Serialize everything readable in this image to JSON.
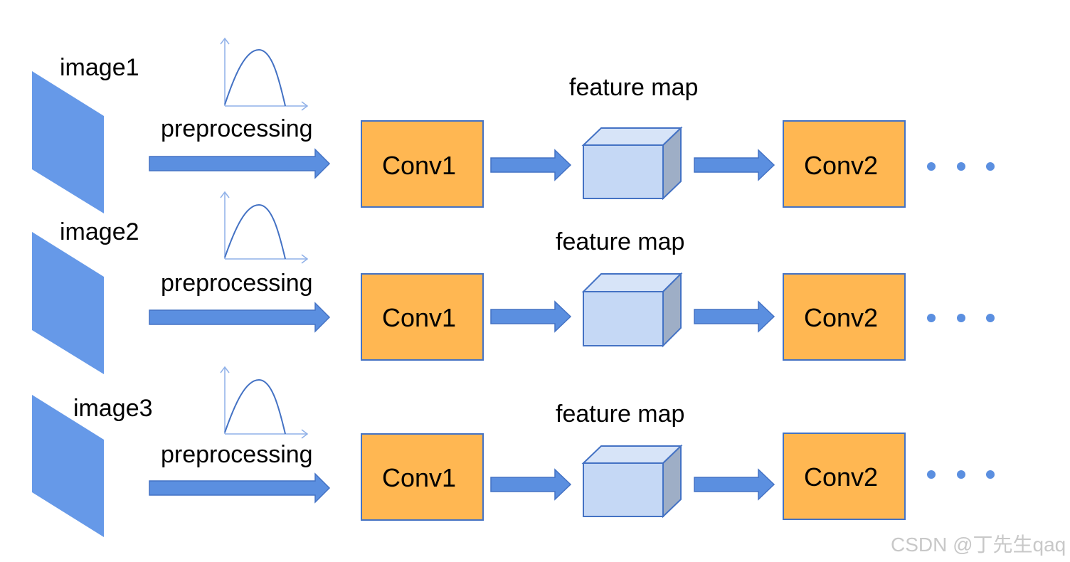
{
  "colors": {
    "image_fill": "#6699e8",
    "arrow_fill": "#5b8fe0",
    "arrow_stroke": "#4472c4",
    "conv_fill": "#ffb752",
    "conv_stroke": "#4472c4",
    "cube_front": "#c5d8f5",
    "cube_top": "#d7e4f8",
    "cube_side": "#9eaec6",
    "cube_stroke": "#4472c4",
    "curve_stroke": "#4472c4",
    "axis_stroke": "#8fb0e8",
    "dot_fill": "#5b8fe0"
  },
  "rows": [
    {
      "image_label": "image1",
      "preprocess_label": "preprocessing",
      "conv1_label": "Conv1",
      "feature_label": "feature map",
      "conv2_label": "Conv2",
      "continuation_icon": "ellipsis-dots"
    },
    {
      "image_label": "image2",
      "preprocess_label": "preprocessing",
      "conv1_label": "Conv1",
      "feature_label": "feature map",
      "conv2_label": "Conv2",
      "continuation_icon": "ellipsis-dots"
    },
    {
      "image_label": "image3",
      "preprocess_label": "preprocessing",
      "conv1_label": "Conv1",
      "feature_label": "feature map",
      "conv2_label": "Conv2",
      "continuation_icon": "ellipsis-dots"
    }
  ],
  "watermark": {
    "text": "CSDN @丁先生qaq"
  }
}
